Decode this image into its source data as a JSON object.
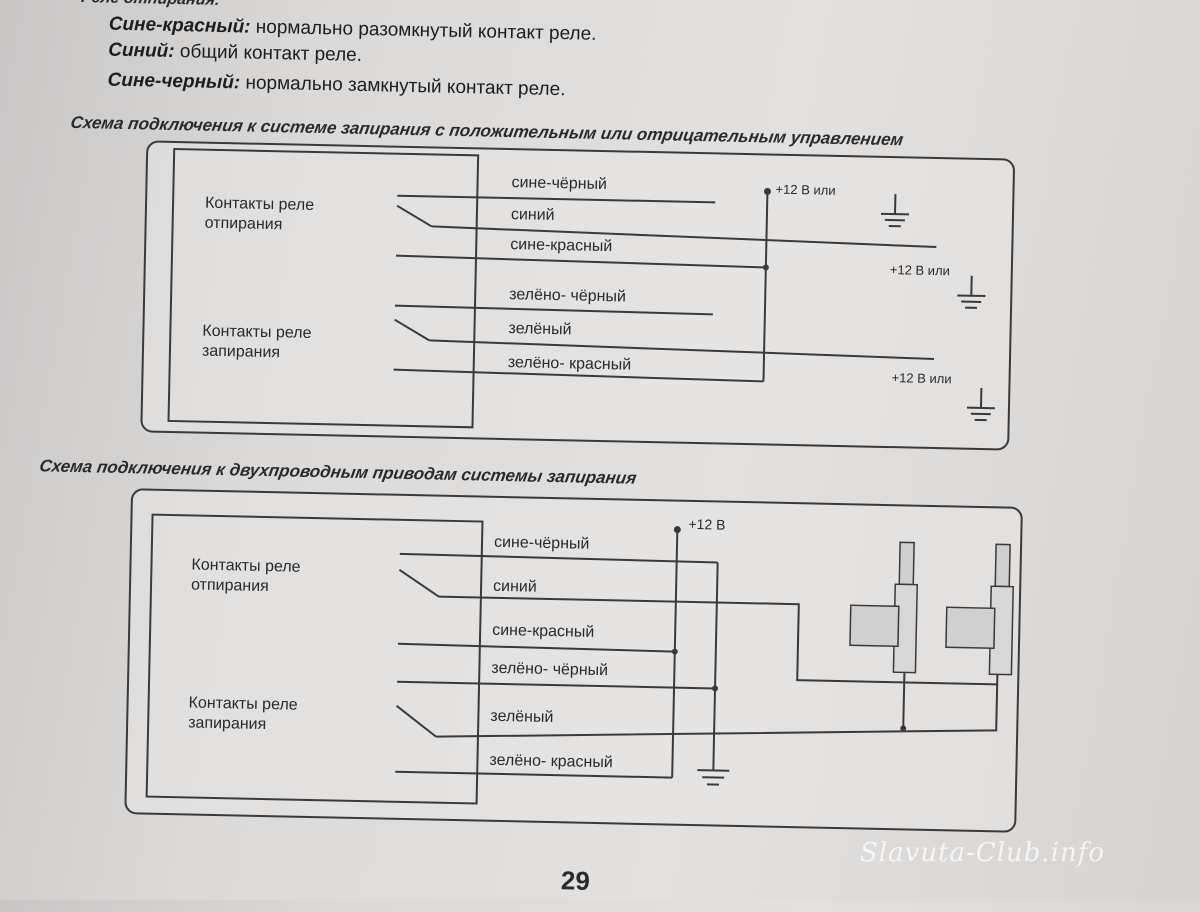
{
  "intro": {
    "heading": "Реле отпирания:",
    "lines": [
      {
        "term": "Сине-красный:",
        "text": " нормально разомкнутый контакт реле."
      },
      {
        "term": "Синий:",
        "text": " общий контакт реле."
      },
      {
        "term": "Сине-черный:",
        "text": " нормально замкнутый контакт реле."
      }
    ]
  },
  "diagram1": {
    "title": "Схема подключения к системе запирания с положительным или отрицательным управлением",
    "block_unlock": "Контакты реле\nотпирания",
    "block_lock": "Контакты реле\nзапирания",
    "wires": [
      "сине-чёрный",
      "синий",
      "сине-красный",
      "зелёно- чёрный",
      "зелёный",
      "зелёно- красный"
    ],
    "power_label": "+12 В или",
    "power_label_2": "+12 В или",
    "power_label_3": "+12 В или"
  },
  "diagram2": {
    "title": "Схема подключения к двухпроводным приводам системы запирания",
    "block_unlock": "Контакты реле\nотпирания",
    "block_lock": "Контакты реле\nзапирания",
    "wires": [
      "сине-чёрный",
      "синий",
      "сине-красный",
      "зелёно- чёрный",
      "зелёный",
      "зелёно- красный"
    ],
    "power_label": "+12 В"
  },
  "page_number": "29",
  "watermark": "Slavuta-Club.info"
}
